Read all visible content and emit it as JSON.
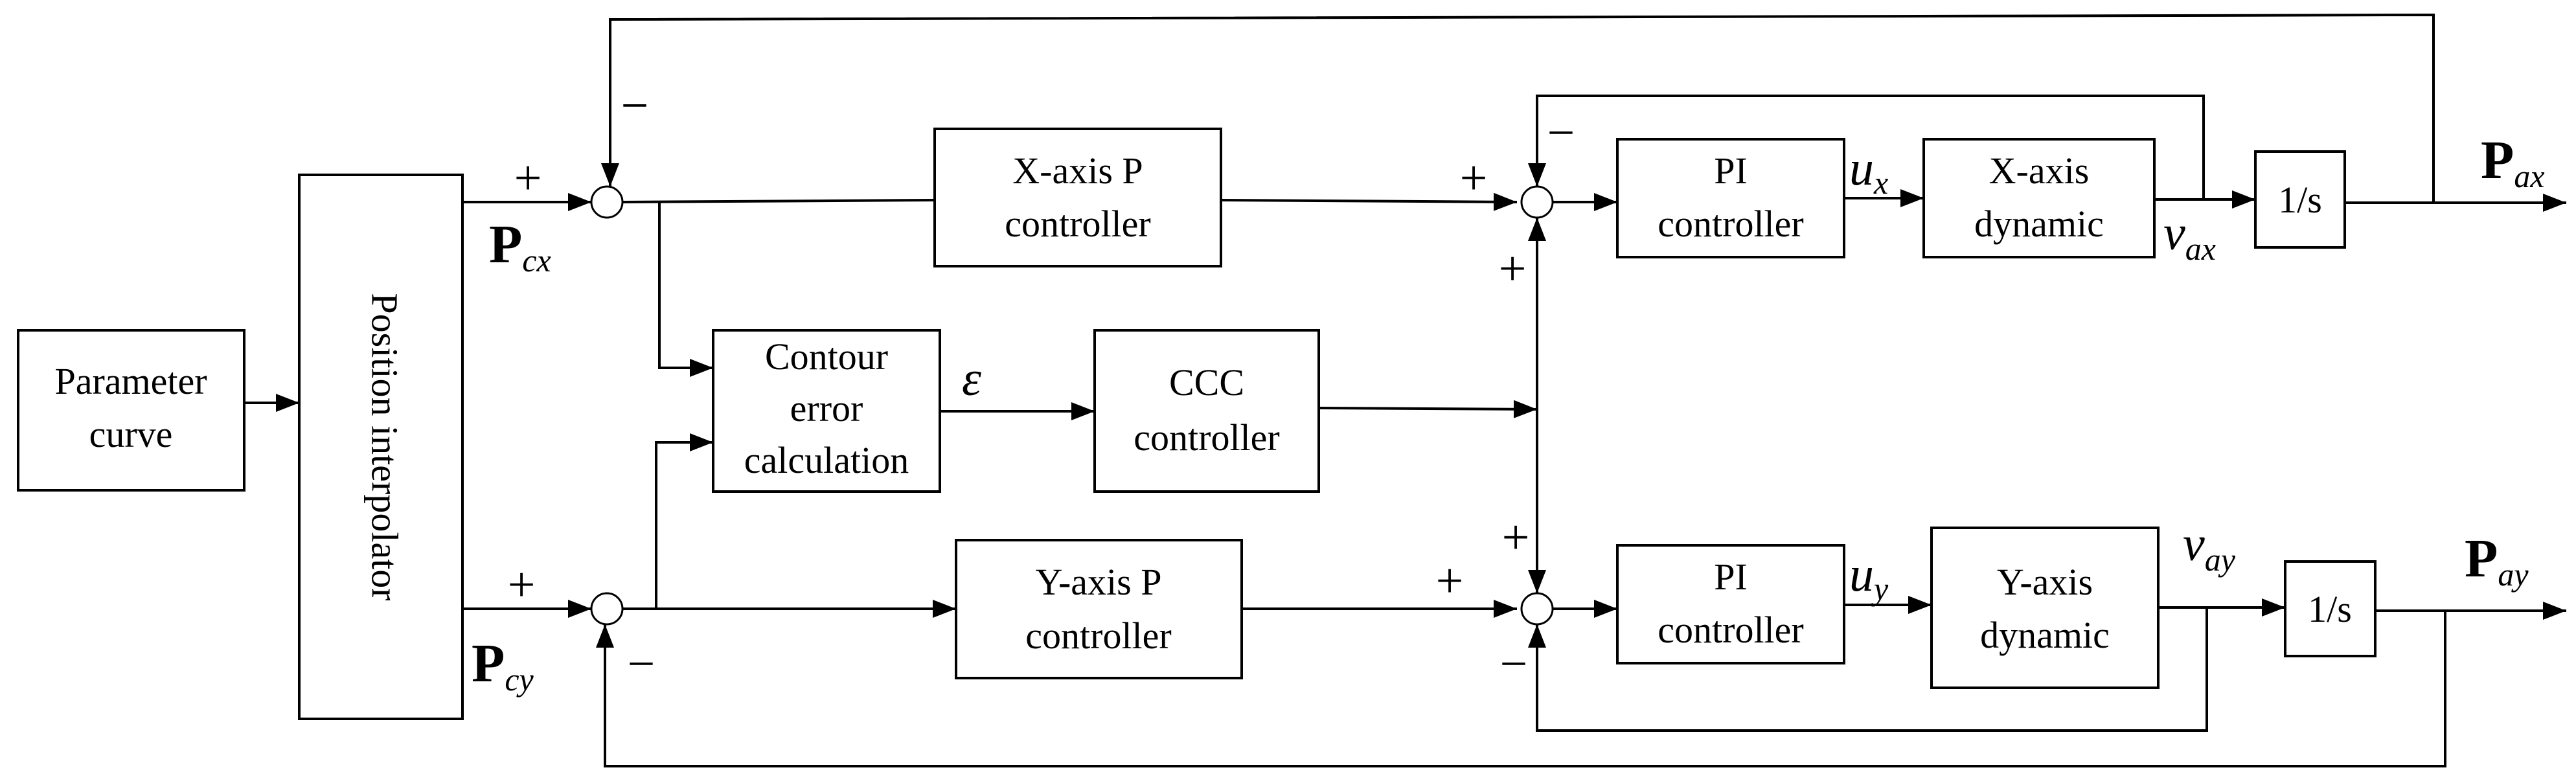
{
  "blocks": {
    "parameter_curve": [
      "Parameter",
      "curve"
    ],
    "position_interpolator": "Position interpolator",
    "x_p_controller": [
      "X-axis P",
      "controller"
    ],
    "contour_error": [
      "Contour",
      "error",
      "calculation"
    ],
    "ccc_controller": [
      "CCC",
      "controller"
    ],
    "y_p_controller": [
      "Y-axis P",
      "controller"
    ],
    "pi_x": [
      "PI",
      "controller"
    ],
    "x_dynamic": [
      "X-axis",
      "dynamic"
    ],
    "int_x": "1/s",
    "pi_y": [
      "PI",
      "controller"
    ],
    "y_dynamic": [
      "Y-axis",
      "dynamic"
    ],
    "int_y": "1/s"
  },
  "signals": {
    "p_cx": {
      "main": "P",
      "sub": "cx"
    },
    "p_cy": {
      "main": "P",
      "sub": "cy"
    },
    "p_ax": {
      "main": "P",
      "sub": "ax"
    },
    "p_ay": {
      "main": "P",
      "sub": "ay"
    },
    "u_x": {
      "main": "u",
      "sub": "x"
    },
    "u_y": {
      "main": "u",
      "sub": "y"
    },
    "v_ax": {
      "main": "v",
      "sub": "ax"
    },
    "v_ay": {
      "main": "v",
      "sub": "ay"
    },
    "epsilon": "ε"
  },
  "signs": {
    "plus": "+",
    "minus": "−"
  }
}
